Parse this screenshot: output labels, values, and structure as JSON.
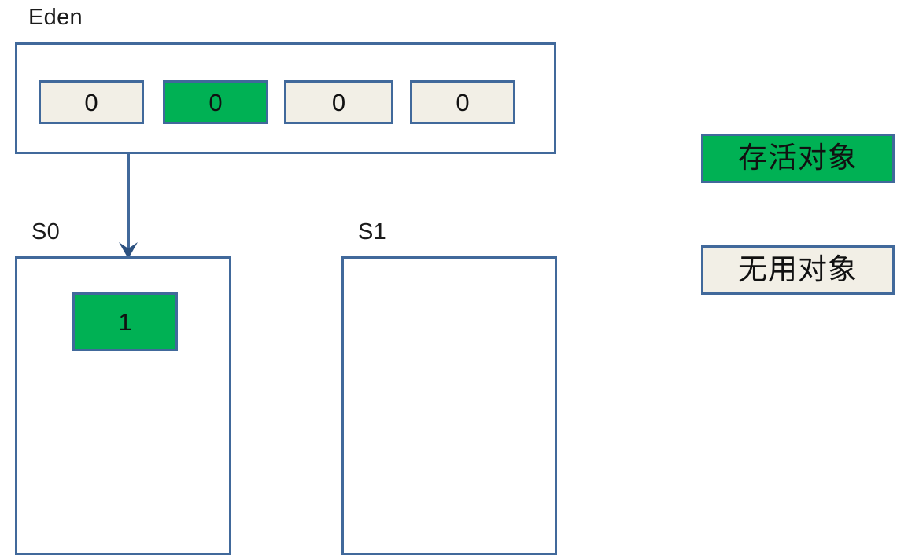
{
  "diagram": {
    "title_visible": false,
    "colors": {
      "border_blue": "#41699B",
      "alive_green": "#00B154",
      "dead_cream": "#F2EFE6",
      "background": "#FFFFFF",
      "text": "#111111"
    }
  },
  "regions": [
    {
      "id": "eden",
      "label": "Eden",
      "cells": [
        {
          "value": "0",
          "state": "dead"
        },
        {
          "value": "0",
          "state": "alive"
        },
        {
          "value": "0",
          "state": "dead"
        },
        {
          "value": "0",
          "state": "dead"
        }
      ]
    },
    {
      "id": "s0",
      "label": "S0",
      "cells": [
        {
          "value": "1",
          "state": "alive"
        }
      ]
    },
    {
      "id": "s1",
      "label": "S1",
      "cells": []
    }
  ],
  "arrow": {
    "from": "eden",
    "to": "s0",
    "direction": "down",
    "color": "#41699B"
  },
  "legend": [
    {
      "label": "存活对象",
      "state": "alive"
    },
    {
      "label": "无用对象",
      "state": "dead"
    }
  ]
}
